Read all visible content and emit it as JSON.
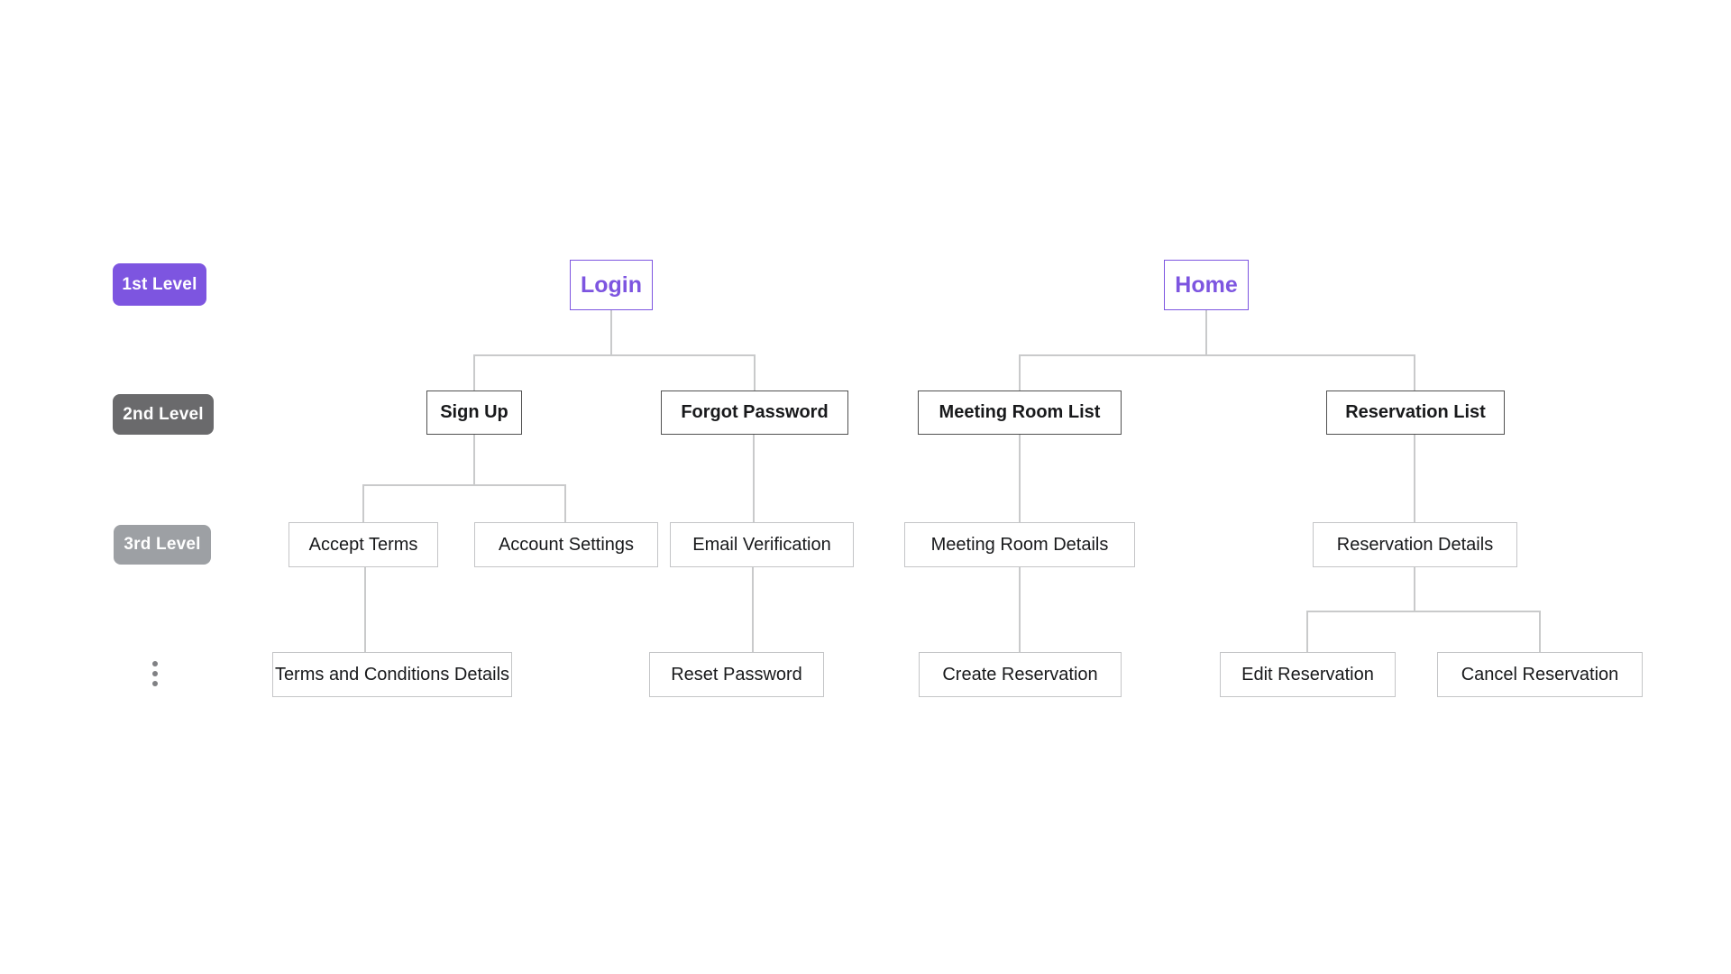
{
  "diagram": {
    "title_hint": "App sitemap tree",
    "background": "#ffffff",
    "colors": {
      "accent_purple": "#7D55E0",
      "badge_dark_gray": "#6A6A6C",
      "badge_light_gray": "#9DA0A4",
      "connector_gray": "#C9CACB",
      "level2_border": "#515151",
      "level34_border": "#C4C5C7",
      "node_text": "#18191B",
      "ellipsis_dot_gray": "#808184"
    }
  },
  "legend": {
    "badges": [
      {
        "label": "1st Level",
        "color": "#7D55E0"
      },
      {
        "label": "2nd Level",
        "color": "#6A6A6C"
      },
      {
        "label": "3rd Level",
        "color": "#9DA0A4"
      }
    ],
    "more_levels_icon": "vertical-ellipsis"
  },
  "nodes": {
    "login": {
      "label": "Login",
      "level": 1
    },
    "home": {
      "label": "Home",
      "level": 1
    },
    "sign_up": {
      "label": "Sign Up",
      "level": 2
    },
    "forgot_password": {
      "label": "Forgot Password",
      "level": 2
    },
    "meeting_room_list": {
      "label": "Meeting Room List",
      "level": 2
    },
    "reservation_list": {
      "label": "Reservation List",
      "level": 2
    },
    "accept_terms": {
      "label": "Accept Terms",
      "level": 3
    },
    "account_settings": {
      "label": "Account Settings",
      "level": 3
    },
    "email_verification": {
      "label": "Email Verification",
      "level": 3
    },
    "meeting_room_details": {
      "label": "Meeting Room Details",
      "level": 3
    },
    "reservation_details": {
      "label": "Reservation Details",
      "level": 3
    },
    "terms_and_conditions_details": {
      "label": "Terms and Conditions Details",
      "level": 4
    },
    "reset_password": {
      "label": "Reset Password",
      "level": 4
    },
    "create_reservation": {
      "label": "Create Reservation",
      "level": 4
    },
    "edit_reservation": {
      "label": "Edit Reservation",
      "level": 4
    },
    "cancel_reservation": {
      "label": "Cancel Reservation",
      "level": 4
    }
  },
  "edges": [
    [
      "login",
      "sign_up"
    ],
    [
      "login",
      "forgot_password"
    ],
    [
      "sign_up",
      "accept_terms"
    ],
    [
      "sign_up",
      "account_settings"
    ],
    [
      "forgot_password",
      "email_verification"
    ],
    [
      "accept_terms",
      "terms_and_conditions_details"
    ],
    [
      "email_verification",
      "reset_password"
    ],
    [
      "home",
      "meeting_room_list"
    ],
    [
      "home",
      "reservation_list"
    ],
    [
      "meeting_room_list",
      "meeting_room_details"
    ],
    [
      "meeting_room_details",
      "create_reservation"
    ],
    [
      "reservation_list",
      "reservation_details"
    ],
    [
      "reservation_details",
      "edit_reservation"
    ],
    [
      "reservation_details",
      "cancel_reservation"
    ]
  ]
}
